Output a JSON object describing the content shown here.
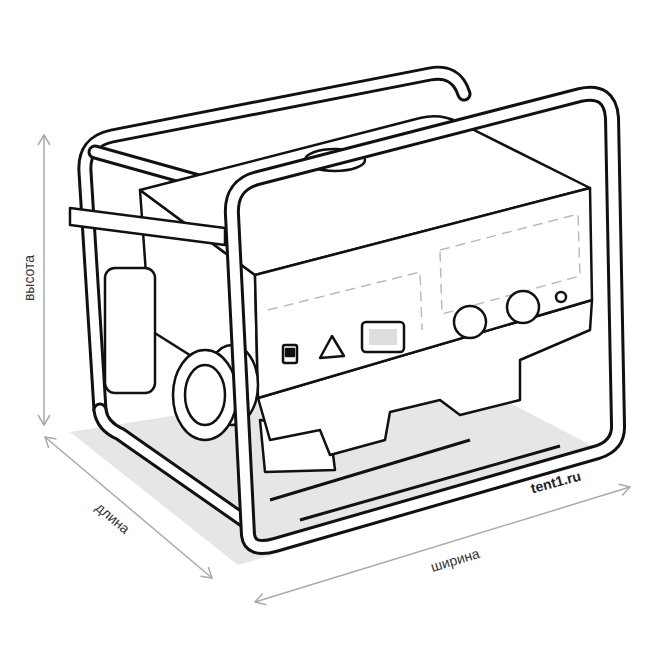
{
  "diagram": {
    "labels": [
      "высота",
      "длина",
      "ширина",
      "tent1.ru"
    ]
  }
}
